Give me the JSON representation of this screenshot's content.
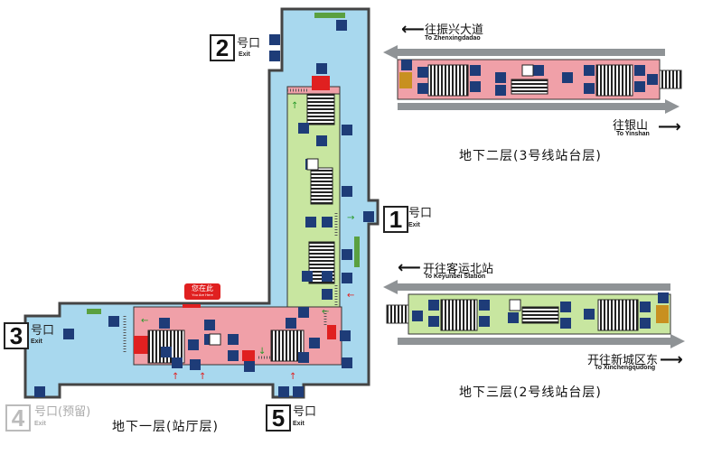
{
  "levels": {
    "b1": "地下一层(站厅层)",
    "b2": "地下二层(3号线站台层)",
    "b3": "地下三层(2号线站台层)"
  },
  "exits": {
    "e1": {
      "num": "1",
      "label": "号口",
      "en": "Exit"
    },
    "e2": {
      "num": "2",
      "label": "号口",
      "en": "Exit"
    },
    "e3": {
      "num": "3",
      "label": "号口",
      "en": "Exit"
    },
    "e4": {
      "num": "4",
      "label": "号口(预留)",
      "en": "Exit"
    },
    "e5": {
      "num": "5",
      "label": "号口",
      "en": "Exit"
    }
  },
  "you_are_here": {
    "cn": "您在此",
    "en": "You Are Here"
  },
  "line3": {
    "west": {
      "cn": "往振兴大道",
      "en": "To Zhenxingdadao"
    },
    "east": {
      "cn": "往银山",
      "en": "To Yinshan"
    }
  },
  "line2": {
    "west": {
      "cn": "开往客运北站",
      "en": "To Keyunbei Station"
    },
    "east": {
      "cn": "开往新城区东",
      "en": "To Xinchengqudong"
    }
  },
  "colors": {
    "concourse_blue": "#a8d8ee",
    "paid_area_pink": "#f0a0a8",
    "platform_green": "#c8e6a0",
    "track_gray": "#8f9396",
    "wall": "#444444",
    "accent_red": "#e02020",
    "icon_navy": "#1e3c78"
  }
}
